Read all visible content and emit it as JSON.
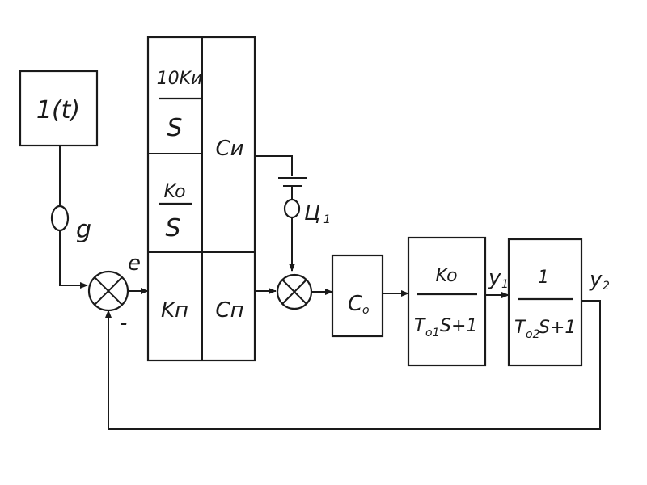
{
  "diagram": {
    "source": {
      "label": "1(t)"
    },
    "signals": {
      "setpoint": "g",
      "error": "e",
      "y1": {
        "main": "y",
        "sub": "1"
      },
      "y2": {
        "main": "y",
        "sub": "2"
      },
      "disturbance": {
        "main": "Ц",
        "sub": "1"
      },
      "minus_sign": "-"
    },
    "controller": {
      "integral": {
        "numerator": "10Kи",
        "denominator": "S"
      },
      "integral_k": {
        "numerator": "Ko",
        "denominator": "S"
      },
      "proportional": "Kп",
      "ci": "Cи",
      "cp": "Cп"
    },
    "actuator": {
      "main": "C",
      "sub": "o"
    },
    "plant1": {
      "numerator": "Ko",
      "den_T": "T",
      "den_T_sub": "o1",
      "den_rest": "S+1"
    },
    "plant2": {
      "numerator": "1",
      "den_T": "T",
      "den_T_sub": "o2",
      "den_rest": "S+1"
    }
  }
}
